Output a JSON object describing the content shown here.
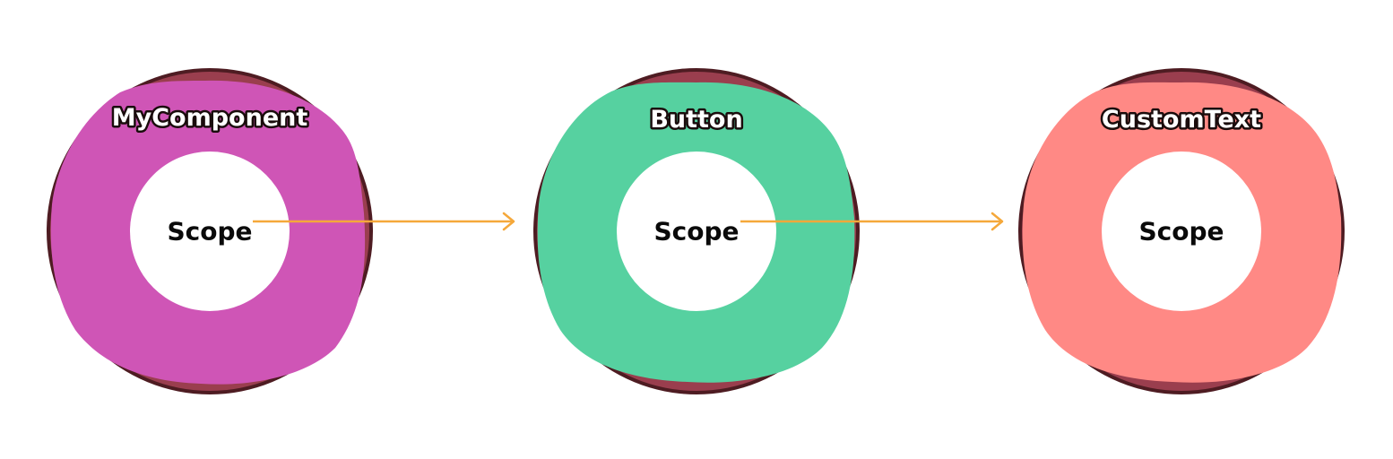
{
  "diagram": {
    "nodes": [
      {
        "title": "MyComponent",
        "scope_label": "Scope",
        "fill_color": "#cf55b6"
      },
      {
        "title": "Button",
        "scope_label": "Scope",
        "fill_color": "#56d1a0"
      },
      {
        "title": "CustomText",
        "scope_label": "Scope",
        "fill_color": "#ff8985"
      }
    ],
    "edges": [
      {
        "from": 0,
        "to": 1
      },
      {
        "from": 1,
        "to": 2
      }
    ],
    "colors": {
      "outline": "#4e1c22",
      "shadow": "#9a3e4e",
      "inner": "#ffffff",
      "arrow": "#f5a83a"
    }
  }
}
